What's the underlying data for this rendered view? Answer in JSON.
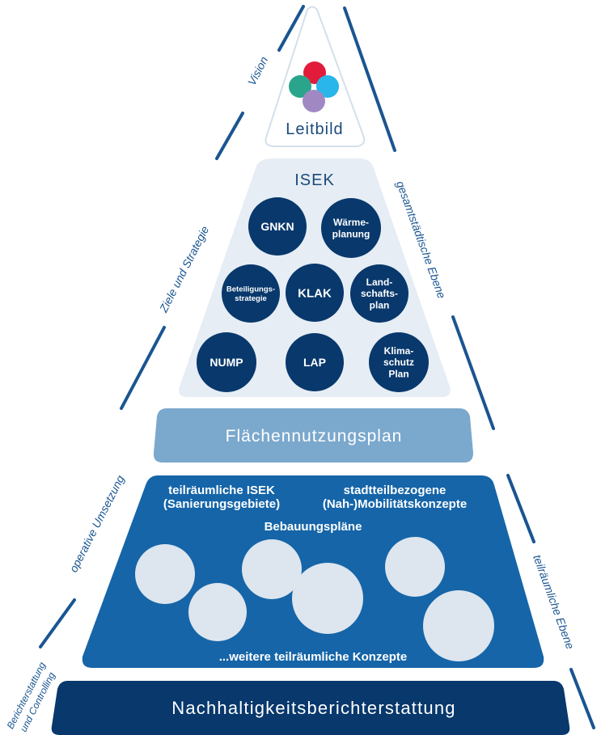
{
  "colors": {
    "navy": "#08386c",
    "blue": "#1565a8",
    "light_blue": "#7ba8cd",
    "pale": "#e6edf4",
    "line": "#1a5591",
    "vision_red": "#e31b3a",
    "vision_green": "#2aa58c",
    "vision_cyan": "#29b6ea",
    "vision_purple": "#a089c3"
  },
  "side_labels": {
    "vision": "Vision",
    "ziele": "Ziele und Strategie",
    "operative": "operative Umsetzung",
    "bericht_line1": "Berichterstattung",
    "bericht_line2": "und Controlling",
    "gesamt": "gesamtstädtische Ebene",
    "teil": "teilräumliche Ebene"
  },
  "leitbild": {
    "title": "Leitbild"
  },
  "isek": {
    "title": "ISEK",
    "circles": [
      {
        "lines": [
          "GNKN"
        ]
      },
      {
        "lines": [
          "Wärme-",
          "planung"
        ]
      },
      {
        "lines": [
          "Beteiligungs-",
          "strategie"
        ]
      },
      {
        "lines": [
          "KLAK"
        ]
      },
      {
        "lines": [
          "Land-",
          "schafts-",
          "plan"
        ]
      },
      {
        "lines": [
          "NUMP"
        ]
      },
      {
        "lines": [
          "LAP"
        ]
      },
      {
        "lines": [
          "Klima-",
          "schutz",
          "Plan"
        ]
      }
    ]
  },
  "fnp": {
    "title": "Flächennutzungsplan"
  },
  "teilraum": {
    "isek_line1": "teilräumliche ISEK",
    "isek_line2": "(Sanierungsgebiete)",
    "mob_line1": "stadtteilbezogene",
    "mob_line2": "(Nah-)Mobilitätskonzepte",
    "bebauung": "Bebauungspläne",
    "weitere": "...weitere teilräumliche Konzepte"
  },
  "bottom": {
    "title": "Nachhaltigkeitsberichterstattung"
  }
}
